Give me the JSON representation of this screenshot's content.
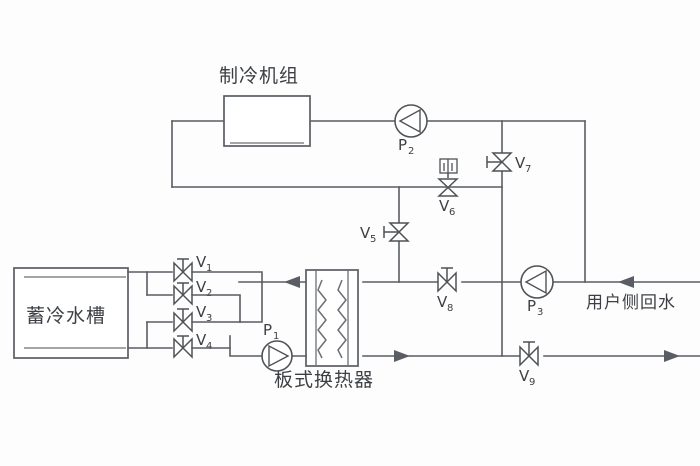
{
  "diagram": {
    "title_equipment": "制冷机组",
    "tank_label": "蓄冷水槽",
    "heat_exchanger_label": "板式换热器",
    "user_return_label": "用户侧回水",
    "line_color": "#5a5d63",
    "background": "#fdfdfd"
  },
  "pumps": [
    {
      "id": "P1",
      "base": "P",
      "sub": "1",
      "direction": "right"
    },
    {
      "id": "P2",
      "base": "P",
      "sub": "2",
      "direction": "left"
    },
    {
      "id": "P3",
      "base": "P",
      "sub": "3",
      "direction": "left"
    }
  ],
  "valves": [
    {
      "id": "V1",
      "base": "V",
      "sub": "1",
      "type": "gate",
      "orientation": "horizontal"
    },
    {
      "id": "V2",
      "base": "V",
      "sub": "2",
      "type": "gate",
      "orientation": "horizontal"
    },
    {
      "id": "V3",
      "base": "V",
      "sub": "3",
      "type": "gate",
      "orientation": "horizontal"
    },
    {
      "id": "V4",
      "base": "V",
      "sub": "4",
      "type": "gate",
      "orientation": "horizontal"
    },
    {
      "id": "V5",
      "base": "V",
      "sub": "5",
      "type": "gate",
      "orientation": "vertical"
    },
    {
      "id": "V6",
      "base": "V",
      "sub": "6",
      "type": "motorized",
      "orientation": "vertical"
    },
    {
      "id": "V7",
      "base": "V",
      "sub": "7",
      "type": "gate",
      "orientation": "vertical"
    },
    {
      "id": "V8",
      "base": "V",
      "sub": "8",
      "type": "gate",
      "orientation": "horizontal"
    },
    {
      "id": "V9",
      "base": "V",
      "sub": "9",
      "type": "gate",
      "orientation": "horizontal"
    }
  ],
  "flow_arrows": [
    {
      "name": "user-return-inlet",
      "direction": "left"
    },
    {
      "name": "user-supply-outlet",
      "direction": "right"
    },
    {
      "name": "hx-inlet",
      "direction": "left"
    },
    {
      "name": "hx-outlet-bottom",
      "direction": "right"
    }
  ]
}
